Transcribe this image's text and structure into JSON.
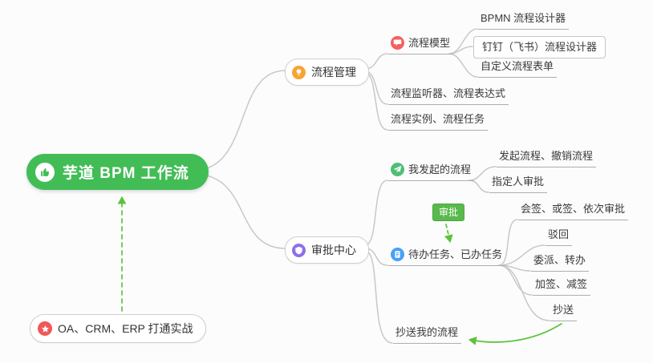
{
  "root_node": {
    "label": "芋道 BPM 工作流",
    "color": "#42bd56",
    "icon": "thumbs-up-icon"
  },
  "note_node": {
    "label": "OA、CRM、ERP 打通实战",
    "icon": "star-icon",
    "icon_color": "#f25757"
  },
  "approval_badge": {
    "label": "审批",
    "color": "#58b94c"
  },
  "process_management": {
    "label": "流程管理",
    "icon": "bulb-icon",
    "icon_color": "#f7a432",
    "process_model": {
      "label": "流程模型",
      "icon": "chat-icon",
      "icon_color": "#f56060",
      "children": [
        "BPMN 流程设计器",
        "钉钉（飞书）流程设计器",
        "自定义流程表单"
      ]
    },
    "listener_expression": "流程监听器、流程表达式",
    "instance_task": "流程实例、流程任务"
  },
  "approval_center": {
    "label": "审批中心",
    "icon": "shield-icon",
    "icon_color": "#8d70e8",
    "my_initiated": {
      "label": "我发起的流程",
      "icon": "paper-plane-icon",
      "icon_color": "#4fbe77",
      "children": [
        "发起流程、撤销流程",
        "指定人审批"
      ]
    },
    "tasks": {
      "label": "待办任务、已办任务",
      "icon": "list-icon",
      "icon_color": "#47a1f5",
      "children": [
        "会签、或签、依次审批",
        "驳回",
        "委派、转办",
        "加签、减签",
        "抄送"
      ]
    },
    "cc_my_process": "抄送我的流程"
  },
  "colors": {
    "connector": "#c8c8c8",
    "arrow": "#5cc23d",
    "underline": "#aeaeae"
  }
}
